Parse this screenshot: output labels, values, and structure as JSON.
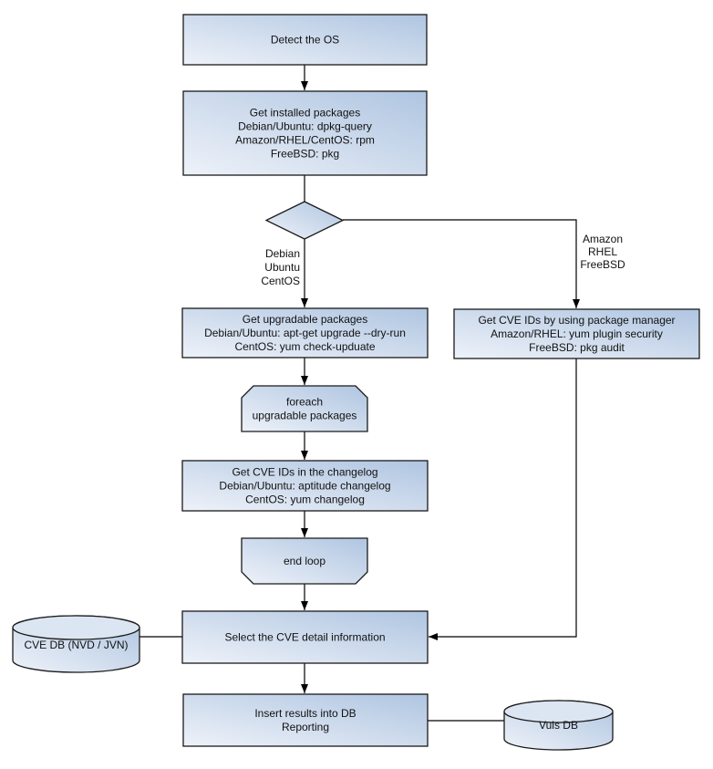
{
  "nodes": {
    "detect_os": {
      "label": "Detect the OS"
    },
    "installed_packages": {
      "lines": [
        "Get installed packages",
        "Debian/Ubuntu: dpkg-query",
        "Amazon/RHEL/CentOS: rpm",
        "FreeBSD: pkg"
      ]
    },
    "upgradable_packages": {
      "lines": [
        "Get upgradable packages",
        "Debian/Ubuntu: apt-get upgrade --dry-run",
        "CentOS: yum check-upduate"
      ]
    },
    "cve_by_package_manager": {
      "lines": [
        "Get CVE IDs by using package manager",
        "Amazon/RHEL: yum plugin security",
        "FreeBSD: pkg audit"
      ]
    },
    "foreach_loop_start": {
      "lines": [
        "foreach",
        "upgradable packages"
      ]
    },
    "cve_in_changelog": {
      "lines": [
        "Get CVE IDs in the changelog",
        "Debian/Ubuntu: aptitude changelog",
        "CentOS: yum changelog"
      ]
    },
    "end_loop": {
      "label": "end loop"
    },
    "select_cve_detail": {
      "label": "Select the CVE detail information"
    },
    "insert_results": {
      "lines": [
        "Insert results into DB",
        "Reporting"
      ]
    },
    "cve_db": {
      "label": "CVE DB (NVD / JVN)"
    },
    "vuls_db": {
      "label": "Vuls DB"
    }
  },
  "edge_labels": {
    "left_branch": {
      "lines": [
        "Debian",
        "Ubuntu",
        "CentOS"
      ]
    },
    "right_branch": {
      "lines": [
        "Amazon",
        "RHEL",
        "FreeBSD"
      ]
    }
  },
  "colors": {
    "node_gradient_top_right": "#afc5e1",
    "node_gradient_bottom_left": "#eef2f9",
    "cylinder_rim_fill": "#dce6f3",
    "border": "#1a1a1a",
    "text": "#111111",
    "background": "#ffffff"
  }
}
